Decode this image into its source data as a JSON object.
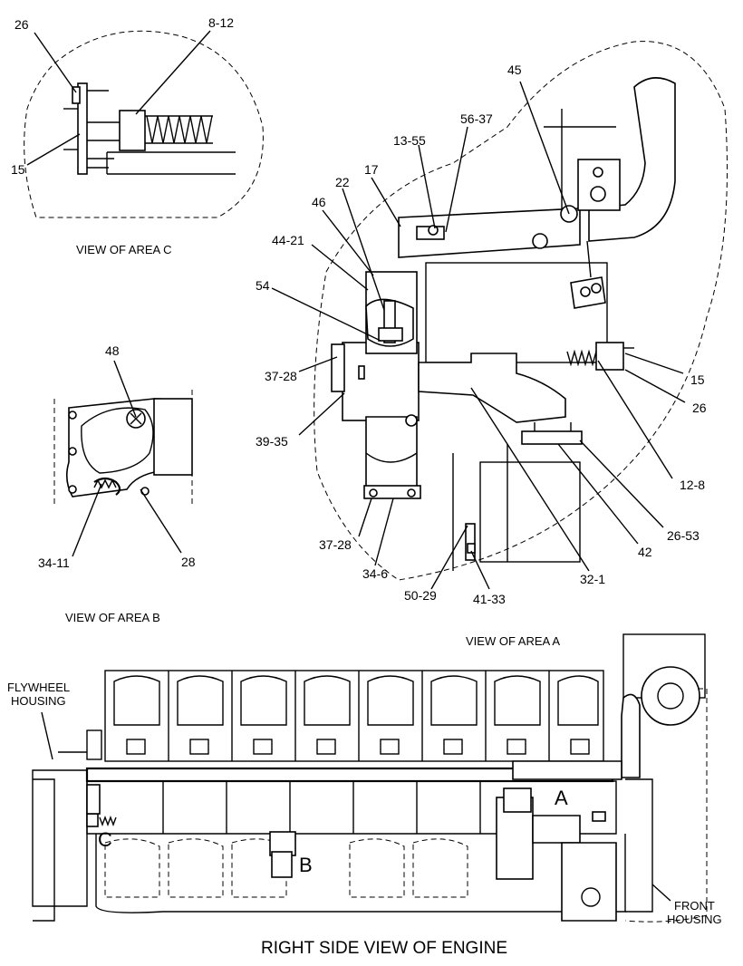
{
  "labels": {
    "c_26": "26",
    "c_8_12": "8-12",
    "c_15": "15",
    "a_45": "45",
    "a_56_37": "56-37",
    "a_13_55": "13-55",
    "a_17": "17",
    "a_22": "22",
    "a_46": "46",
    "a_44_21": "44-21",
    "a_54": "54",
    "a_37_28_top": "37-28",
    "a_39_35": "39-35",
    "a_15": "15",
    "a_26": "26",
    "a_12_8": "12-8",
    "a_26_53": "26-53",
    "a_42": "42",
    "a_32_1": "32-1",
    "a_41_33": "41-33",
    "a_50_29": "50-29",
    "a_37_28_bot": "37-28",
    "a_34_6": "34-6",
    "b_48": "48",
    "b_34_11": "34-11",
    "b_28": "28"
  },
  "captions": {
    "view_c": "VIEW OF AREA  C",
    "view_b": "VIEW OF AREA  B",
    "view_a": "VIEW OF AREA  A",
    "flywheel_1": "FLYWHEEL",
    "flywheel_2": "HOUSING",
    "front_1": "FRONT",
    "front_2": "HOUSING",
    "marker_a": "A",
    "marker_b": "B",
    "marker_c": "C",
    "title": "RIGHT SIDE VIEW OF ENGINE"
  }
}
